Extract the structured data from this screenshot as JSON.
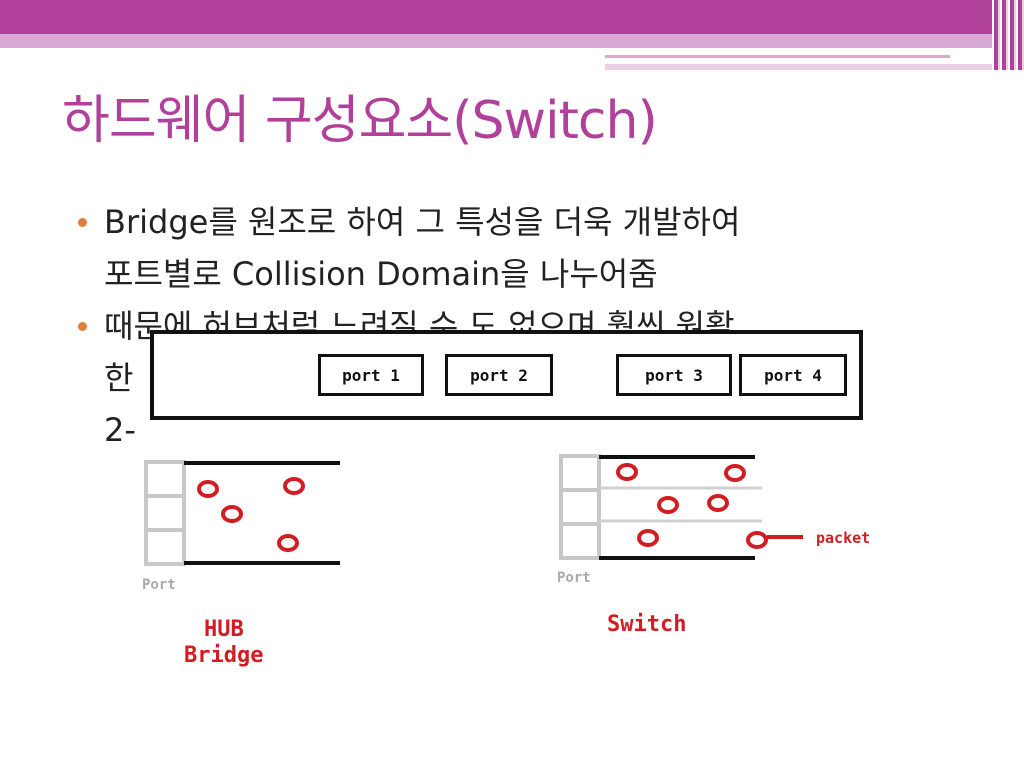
{
  "slide": {
    "title": "하드웨어 구성요소(Switch)",
    "bullets": [
      {
        "lines": [
          "Bridge를 원조로 하여 그 특성을 더욱 개발하여",
          "포트별로 Collision Domain을 나누어줌"
        ]
      },
      {
        "lines": [
          "때문에 허브처럼 느려질 수 도 없으며 훨씬 원활",
          "한",
          "2-"
        ]
      }
    ]
  },
  "switch_box": {
    "ports": [
      "port 1",
      "port 2",
      "port 3",
      "port 4"
    ]
  },
  "hub_diagram": {
    "port_label": "Port",
    "caption_line1": "HUB",
    "caption_line2": "Bridge"
  },
  "switch_diagram": {
    "port_label": "Port",
    "caption": "Switch",
    "packet_label": "packet"
  },
  "colors": {
    "accent": "#b1409b",
    "bullet": "#e07d3a",
    "packet_red": "#d21e22"
  }
}
